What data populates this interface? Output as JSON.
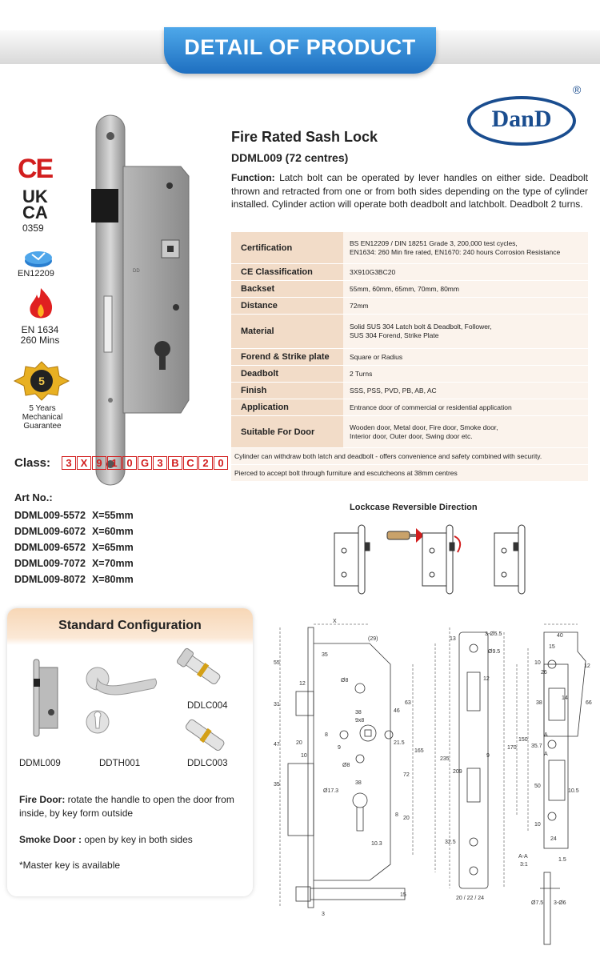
{
  "banner": {
    "title": "DETAIL OF PRODUCT"
  },
  "logo": {
    "text": "DanD",
    "reg": "®"
  },
  "badges": {
    "ce": "CE",
    "ukca_line1": "UK",
    "ukca_line2": "CA",
    "ukca_number": "0359",
    "en12209": "EN12209",
    "fire_line1": "EN 1634",
    "fire_line2": "260 Mins",
    "warranty_line1": "5 Years",
    "warranty_line2": "Mechanical",
    "warranty_line3": "Guarantee"
  },
  "class": {
    "label": "Class:",
    "chars": [
      "3",
      "X",
      "9",
      "1",
      "0",
      "G",
      "3",
      "B",
      "C",
      "2",
      "0"
    ]
  },
  "artno": {
    "title": "Art No.:",
    "rows": [
      {
        "code": "DDML009-5572",
        "size": "X=55mm"
      },
      {
        "code": "DDML009-6072",
        "size": "X=60mm"
      },
      {
        "code": "DDML009-6572",
        "size": "X=65mm"
      },
      {
        "code": "DDML009-7072",
        "size": "X=70mm"
      },
      {
        "code": "DDML009-8072",
        "size": "X=80mm"
      }
    ]
  },
  "product": {
    "title": "Fire Rated Sash Lock",
    "subtitle": "DDML009 (72 centres)",
    "function_label": "Function:",
    "function_text": " Latch bolt can be operated by lever handles on either side. Deadbolt thrown and retracted from one or from both sides depending on the type of cylinder installed. Cylinder action will operate both deadbolt and latchbolt. Deadbolt 2 turns."
  },
  "spec": {
    "rows": [
      {
        "key": "Certification",
        "value": "BS EN12209 / DIN 18251 Grade 3, 200,000 test cycles,\nEN1634: 260 Min fire rated, EN1670: 240 hours Corrosion Resistance"
      },
      {
        "key": "CE Classification",
        "value": "3X910G3BC20"
      },
      {
        "key": "Backset",
        "value": "55mm, 60mm, 65mm, 70mm, 80mm"
      },
      {
        "key": "Distance",
        "value": "72mm"
      },
      {
        "key": "Material",
        "value": "Solid SUS 304 Latch bolt & Deadbolt, Follower,\nSUS 304 Forend, Strike Plate"
      },
      {
        "key": "Forend & Strike plate",
        "value": "Square or Radius"
      },
      {
        "key": "Deadbolt",
        "value": "2 Turns"
      },
      {
        "key": "Finish",
        "value": "SSS, PSS, PVD, PB, AB, AC"
      },
      {
        "key": "Application",
        "value": "Entrance door of commercial or residential application"
      },
      {
        "key": "Suitable For Door",
        "value": "Wooden door, Metal door, Fire door, Smoke door,\nInterior door, Outer door, Swing door etc."
      }
    ],
    "notes": [
      "Cylinder can withdraw both latch and deadbolt - offers convenience and safety combined with security.",
      "Pierced to accept bolt through furniture and escutcheons at 38mm centres"
    ]
  },
  "reversible": {
    "title": "Lockcase Reversible Direction"
  },
  "config": {
    "title": "Standard Configuration",
    "items": [
      "DDML009",
      "DDTH001",
      "DDLC004",
      "DDLC003"
    ],
    "fire_label": "Fire Door:",
    "fire_text": " rotate the handle to open the door from inside, by key form outside",
    "smoke_label": "Smoke Door :",
    "smoke_text": " open by key in both sides",
    "master": "*Master key is available"
  },
  "drawing": {
    "labels": [
      "X",
      "(29)",
      "55",
      "35",
      "12",
      "Ø8",
      "63",
      "46",
      "31",
      "38",
      "9x8",
      "8",
      "9",
      "47",
      "20",
      "10",
      "21.5",
      "Ø8",
      "165",
      "72",
      "35",
      "Ø17.3",
      "38",
      "8",
      "20",
      "10.3",
      "15",
      "3"
    ],
    "front_labels": [
      "13",
      "3-Ø5.5",
      "Ø9.5",
      "12",
      "235",
      "209",
      "9",
      "32.5",
      "20 / 22 / 24"
    ],
    "strike_labels": [
      "40",
      "15",
      "10",
      "26",
      "12",
      "38",
      "14",
      "66",
      "170",
      "150",
      "35.7",
      "A",
      "A",
      "50",
      "10.5",
      "10",
      "24"
    ],
    "section_labels": [
      "A-A",
      "3:1",
      "1.5",
      "Ø7.5",
      "3-Ø6"
    ]
  },
  "colors": {
    "banner": "#2a82d8",
    "accent_red": "#d21e1e",
    "logo": "#1a4d8f",
    "spec_key_bg": "#f2dcc8",
    "spec_val_bg": "#fbf3ec"
  }
}
